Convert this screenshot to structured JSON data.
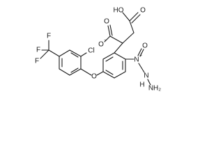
{
  "molecule": {
    "labels": {
      "oh": "HO",
      "o_carbonyl_top": "O",
      "o_carbonyl_left": "O",
      "o_carboxylate": "O",
      "o_carboxylate_charge": "−",
      "cl": "Cl",
      "f_top_left": "F",
      "f_top_right": "F",
      "f_left": "F",
      "o_ether": "O",
      "n_plus": "N",
      "n_plus_charge": "+",
      "o_nitroso": "O",
      "n_hydrazine_h": "N",
      "h_nh": "H",
      "nh2": "NH₂"
    }
  }
}
